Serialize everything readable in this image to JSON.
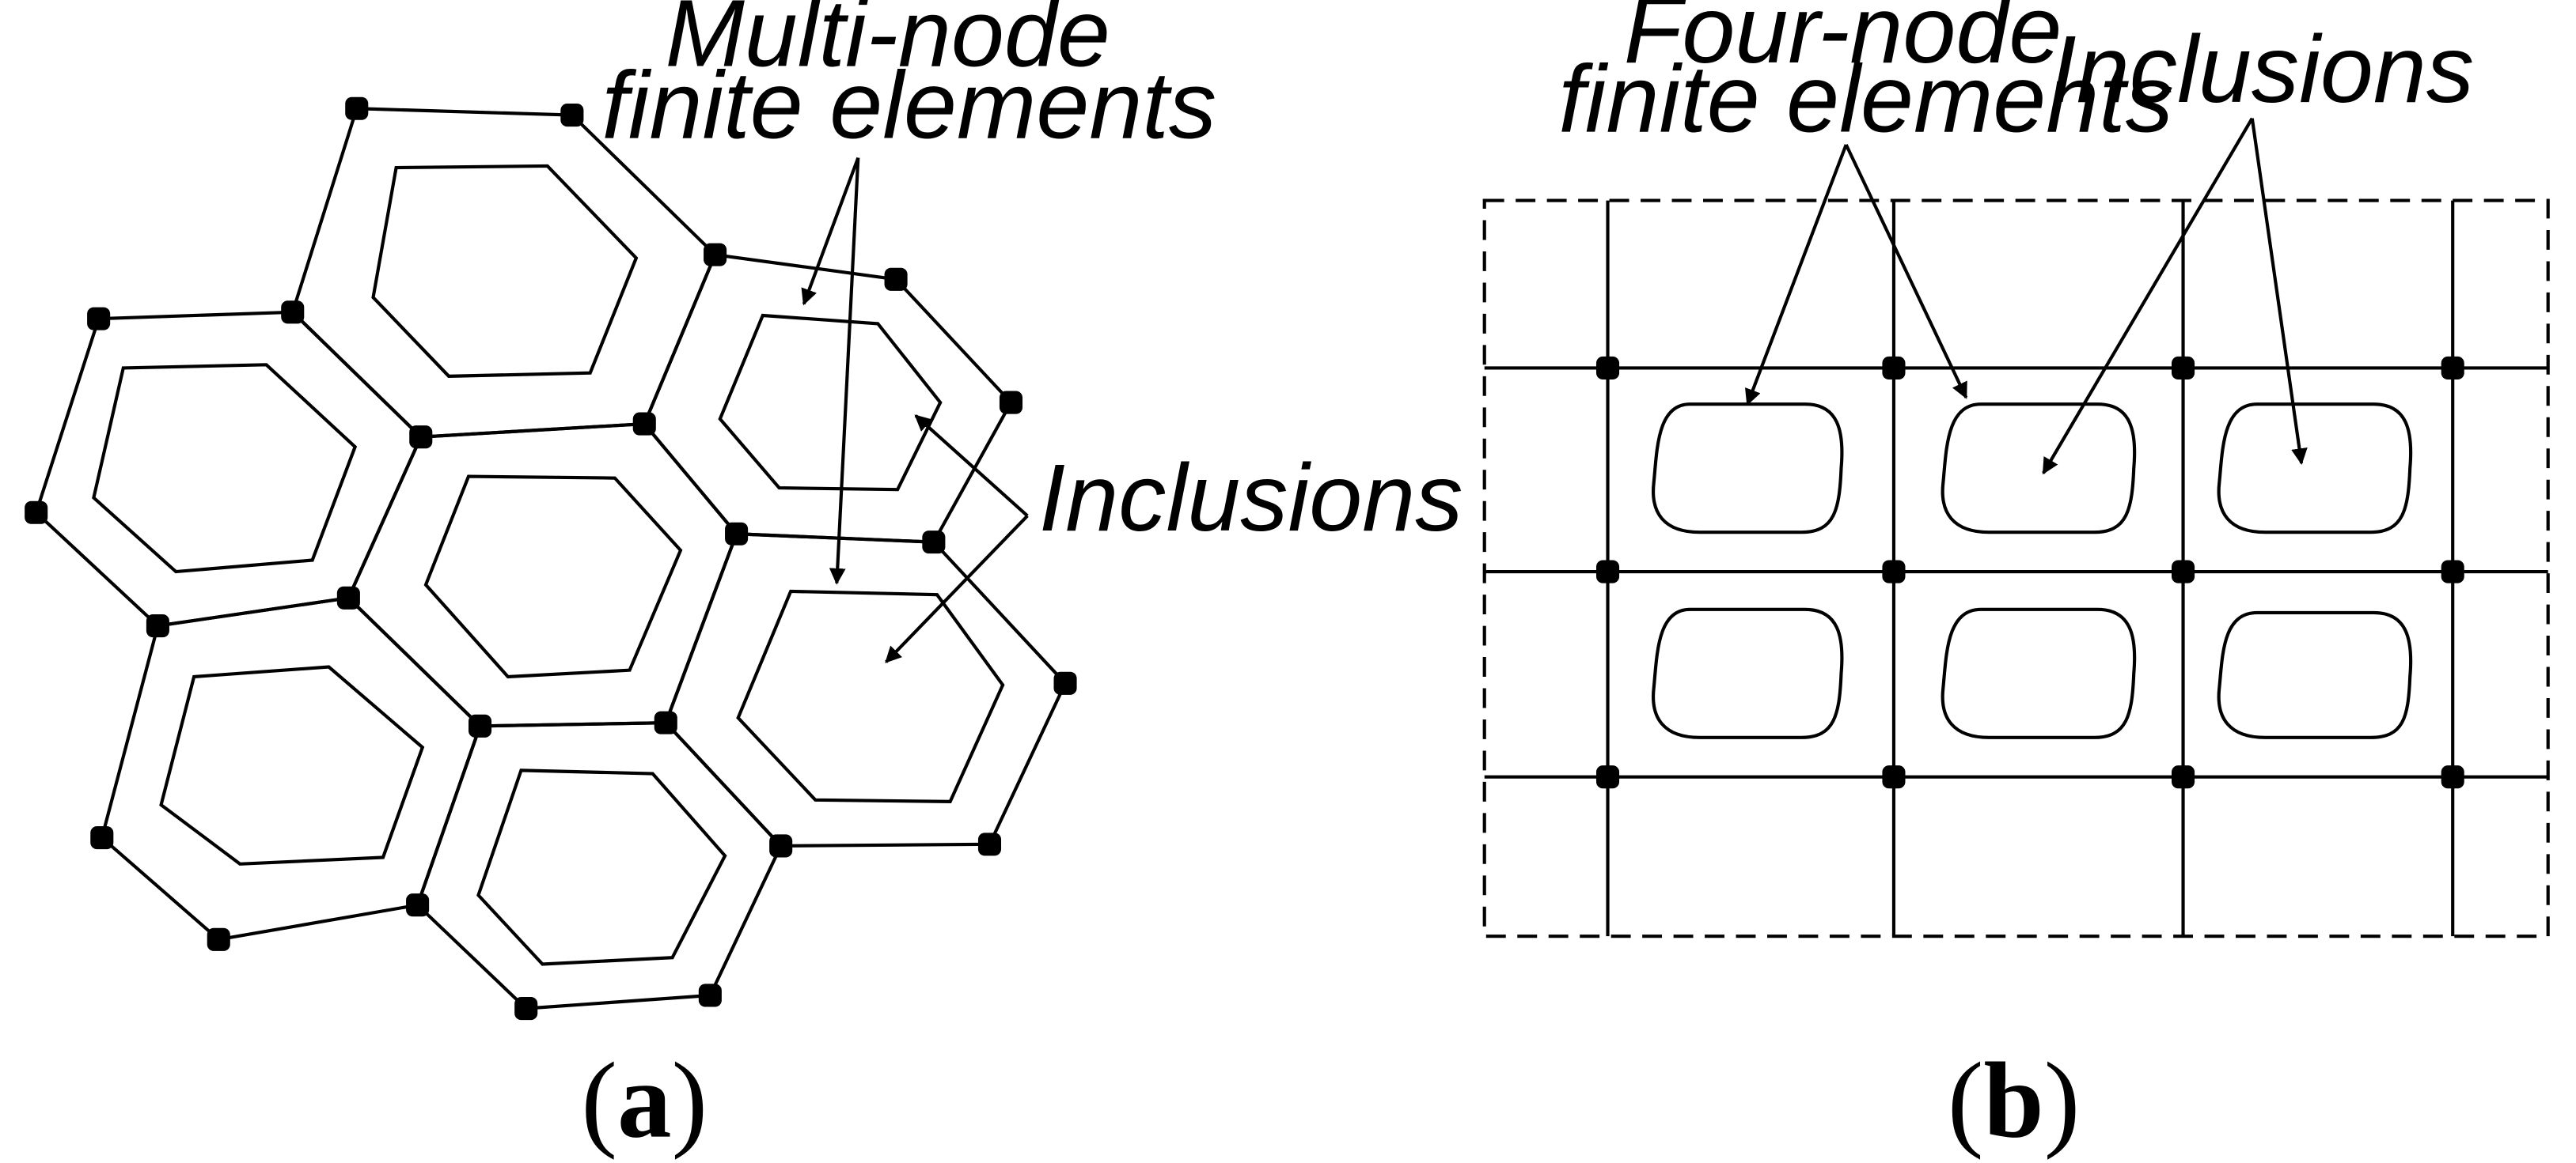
{
  "panel_a": {
    "caption": {
      "open": "(",
      "letter": "a",
      "close": ")"
    },
    "label_elements_line1": "Multi-node",
    "label_elements_line2": "finite elements",
    "label_inclusions": "Inclusions"
  },
  "panel_b": {
    "caption": {
      "open": "(",
      "letter": "b",
      "close": ")"
    },
    "label_elements_line1": "Four-node",
    "label_elements_line2": "finite elements",
    "label_inclusions": "Inclusions"
  }
}
